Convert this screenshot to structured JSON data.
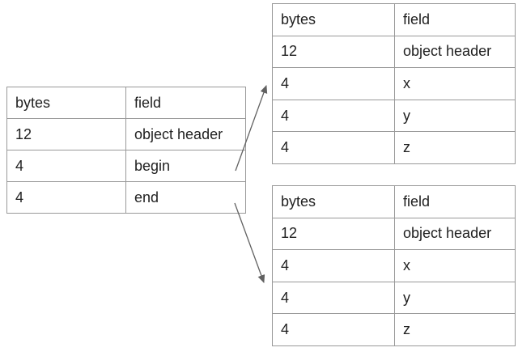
{
  "diagram": {
    "tables": {
      "left": {
        "headers": [
          "bytes",
          "field"
        ],
        "rows": [
          [
            "12",
            "object header"
          ],
          [
            "4",
            "begin"
          ],
          [
            "4",
            "end"
          ]
        ]
      },
      "top_right": {
        "headers": [
          "bytes",
          "field"
        ],
        "rows": [
          [
            "12",
            "object header"
          ],
          [
            "4",
            "x"
          ],
          [
            "4",
            "y"
          ],
          [
            "4",
            "z"
          ]
        ]
      },
      "bottom_right": {
        "headers": [
          "bytes",
          "field"
        ],
        "rows": [
          [
            "12",
            "object header"
          ],
          [
            "4",
            "x"
          ],
          [
            "4",
            "y"
          ],
          [
            "4",
            "z"
          ]
        ]
      }
    },
    "arrows": [
      {
        "from": "begin row of left table",
        "to": "top right table"
      },
      {
        "from": "end row of left table",
        "to": "bottom right table"
      }
    ],
    "colors": {
      "background": "#ffffff",
      "border": "#999999",
      "text": "#212121",
      "arrow": "#616161"
    }
  }
}
